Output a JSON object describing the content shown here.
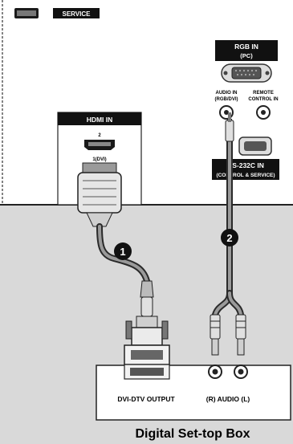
{
  "tv_panel": {
    "service_label": "SERVICE",
    "rgb_in_label": "RGB IN",
    "rgb_in_sub": "(PC)",
    "audio_in_label": "AUDIO IN",
    "audio_in_sub": "(RGB/DVI)",
    "remote_label": "REMOTE",
    "remote_sub": "CONTROL IN",
    "hdmi_in_label": "HDMI IN",
    "hdmi_port2_label": "2",
    "hdmi_port1_label": "1(DVI)",
    "rs232c_label": "RS-232C IN",
    "rs232c_sub": "(CONTROL & SERVICE)"
  },
  "callouts": {
    "step1": "1",
    "step2": "2"
  },
  "settop_box": {
    "dvi_output_label": "DVI-DTV OUTPUT",
    "audio_label": "(R) AUDIO (L)",
    "device_title": "Digital Set-top Box"
  }
}
